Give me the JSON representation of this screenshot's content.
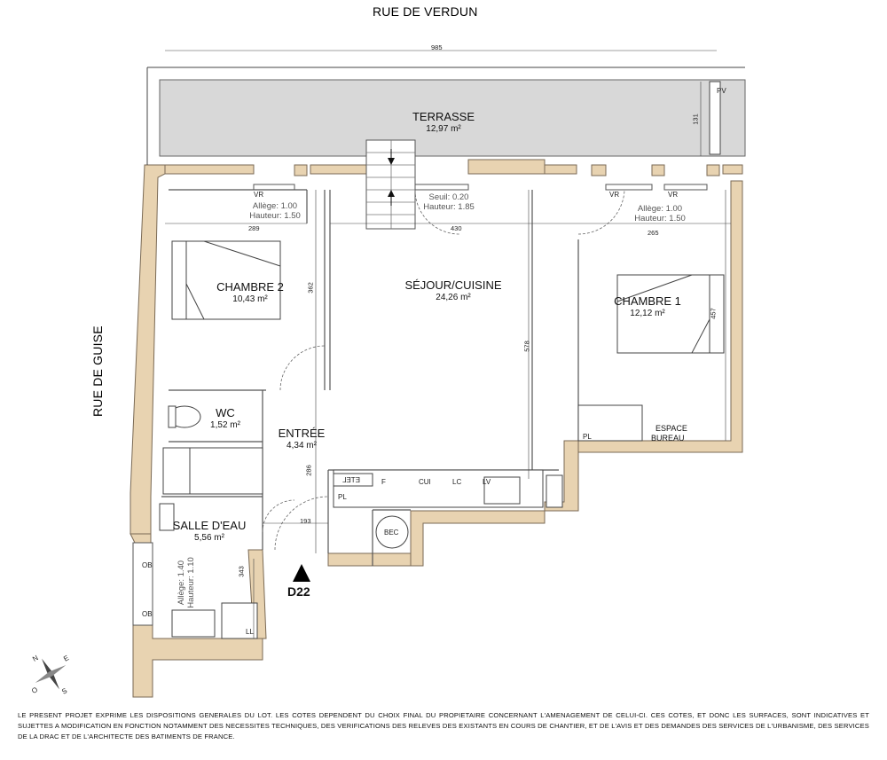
{
  "streets": {
    "north": "RUE DE VERDUN",
    "west": "RUE DE GUISE"
  },
  "lot_code": "D22",
  "rooms": [
    {
      "id": "terrasse",
      "name": "TERRASSE",
      "area": "12,97 m²"
    },
    {
      "id": "chambre2",
      "name": "CHAMBRE 2",
      "area": "10,43 m²"
    },
    {
      "id": "sejour",
      "name": "SÉJOUR/CUISINE",
      "area": "24,26 m²"
    },
    {
      "id": "chambre1",
      "name": "CHAMBRE 1",
      "area": "12,12 m²"
    },
    {
      "id": "wc",
      "name": "WC",
      "area": "1,52 m²"
    },
    {
      "id": "entree",
      "name": "ENTRÉE",
      "area": "4,34 m²"
    },
    {
      "id": "salle_eau",
      "name": "SALLE D'EAU",
      "area": "5,56 m²"
    },
    {
      "id": "espace_bureau",
      "name": "ESPACE\nBUREAU",
      "area": ""
    }
  ],
  "dimensions": {
    "total_width": "985",
    "terrasse_depth": "131",
    "chambre2_width": "289",
    "sejour_width": "430",
    "chambre1_width": "265",
    "chambre2_depth": "362",
    "sejour_depth": "578",
    "chambre1_depth": "457",
    "entree_depth": "286",
    "entree_width": "193",
    "salle_eau_depth": "343"
  },
  "window_notes": {
    "chambre2": [
      "Allège: 1.00",
      "Hauteur: 1.50"
    ],
    "sejour": [
      "Seuil: 0.20",
      "Hauteur: 1.85"
    ],
    "chambre1": [
      "Allège: 1.00",
      "Hauteur: 1.50"
    ],
    "salle_eau": [
      "Allège: 1.40",
      "Hauteur: 1.10"
    ]
  },
  "equipment": {
    "pv": "PV",
    "vr": "VR",
    "ob": "OB",
    "pl": "PL",
    "ll": "LL",
    "etel": "ETEL",
    "f": "F",
    "cui": "CUI",
    "lc": "LC",
    "lv": "LV",
    "bec": "BEC"
  },
  "disclaimer": "LE PRESENT PROJET EXPRIME LES DISPOSITIONS GENERALES DU LOT. LES COTES DEPENDENT DU CHOIX FINAL DU PROPIETAIRE CONCERNANT L'AMENAGEMENT DE CELUI-CI. CES COTES, ET DONC LES SURFACES, SONT INDICATIVES ET SUJETTES A MODIFICATION EN FONCTION NOTAMMENT DES NECESSITES TECHNIQUES, DES VERIFICATIONS DES RELEVES DES EXISTANTS EN COURS DE CHANTIER, ET DE L'AVIS ET DES DEMANDES DES SERVICES DE L'URBANISME, DES SERVICES DE LA DRAC ET DE L'ARCHITECTE DES BATIMENTS DE FRANCE.",
  "compass": {
    "n": "N",
    "s": "S",
    "e": "E",
    "o": "O"
  },
  "colors": {
    "wall": "#e8d3b1",
    "wall_edge": "#7a6a55",
    "terrace": "#d8d8d8",
    "line": "#333333"
  }
}
